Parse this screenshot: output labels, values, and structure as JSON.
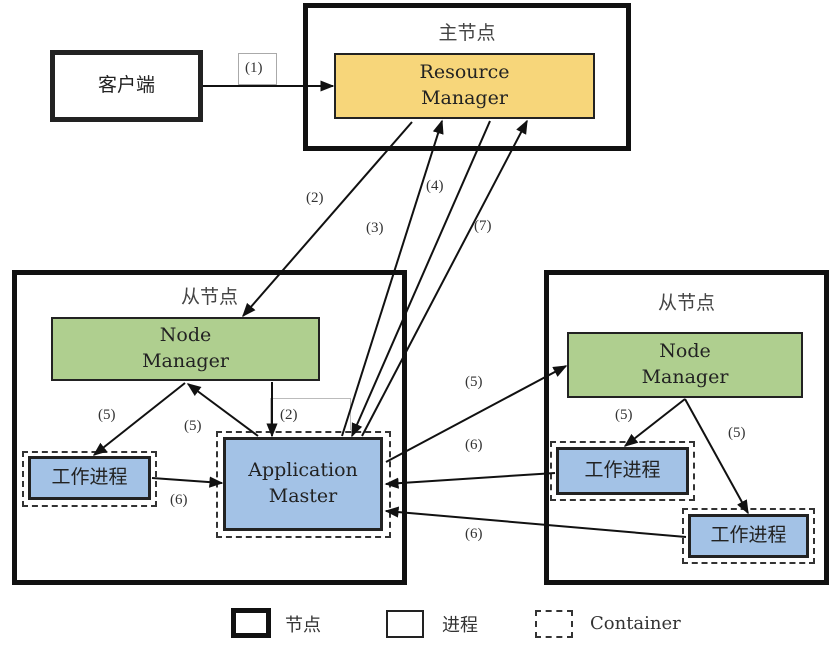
{
  "client": {
    "label": "客户端"
  },
  "master_node": {
    "title": "主节点",
    "resource_manager": {
      "line1": "Resource",
      "line2": "Manager"
    }
  },
  "slave_node_left": {
    "title": "从节点",
    "node_manager": {
      "line1": "Node",
      "line2": "Manager"
    },
    "worker": "工作进程",
    "app_master": {
      "line1": "Application",
      "line2": "Master"
    }
  },
  "slave_node_right": {
    "title": "从节点",
    "node_manager": {
      "line1": "Node",
      "line2": "Manager"
    },
    "worker_1": "工作进程",
    "worker_2": "工作进程"
  },
  "step_labels": {
    "s1": "(1)",
    "s2a": "(2)",
    "s2b": "(2)",
    "s3": "(3)",
    "s4": "(4)",
    "s7": "(7)",
    "s5_left_a": "(5)",
    "s5_left_b": "(5)",
    "s5_cross": "(5)",
    "s5_right_a": "(5)",
    "s5_right_b": "(5)",
    "s6_left": "(6)",
    "s6_right_a": "(6)",
    "s6_right_b": "(6)"
  },
  "legend": {
    "node": "节点",
    "process": "进程",
    "container": "Container"
  },
  "colors": {
    "resource_manager": "#f7d67a",
    "node_manager": "#afcf8f",
    "app_master": "#a3c2e6",
    "worker": "#a3c2e6"
  }
}
